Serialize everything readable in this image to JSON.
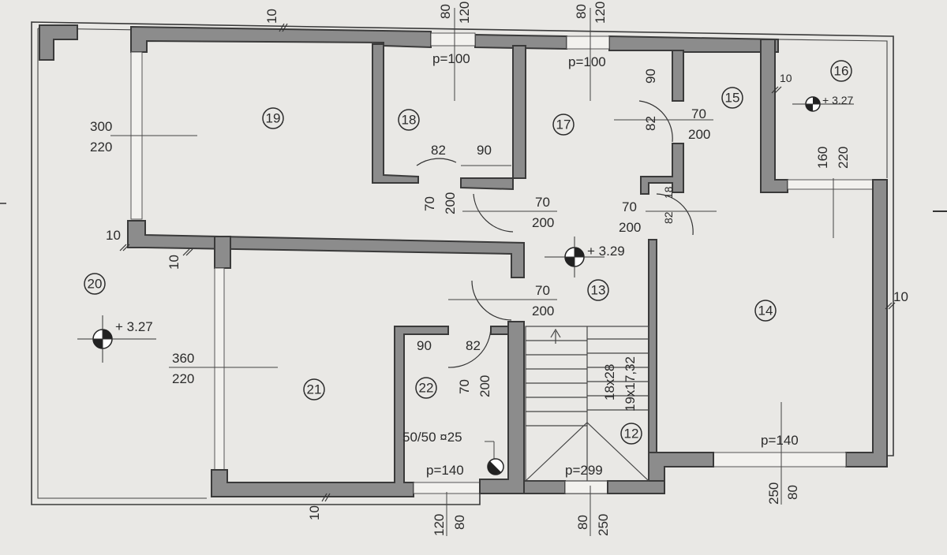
{
  "rooms": {
    "r12": "12",
    "r13": "13",
    "r14": "14",
    "r15": "15",
    "r16": "16",
    "r17": "17",
    "r18": "18",
    "r19": "19",
    "r20": "20",
    "r21": "21",
    "r22": "22"
  },
  "levels": {
    "room20": "+ 3.27",
    "room13": "+ 3.29",
    "room16": "+ 3.27"
  },
  "dimensions": {
    "top_10": "10",
    "top_win1_h": "80",
    "top_win1_w": "120",
    "top_win2_h": "80",
    "top_win2_w": "120",
    "p100_a": "p=100",
    "p100_b": "p=100",
    "r17_90": "90",
    "r17_82": "82",
    "r17_70": "70",
    "r17_200": "200",
    "r16_10": "10",
    "r16_160": "160",
    "r16_220": "220",
    "r19_300": "300",
    "r19_220": "220",
    "r18_82": "82",
    "r18_90": "90",
    "hall_70a": "70",
    "hall_200a": "200",
    "hall_70b": "70",
    "hall_200b": "200",
    "hall_70c": "70",
    "hall_200c": "200",
    "hall_70d": "70",
    "hall_200d": "200",
    "hall_18": "18",
    "hall_82": "82",
    "left_10": "10",
    "mid_10": "10",
    "r20_360": "360",
    "r20_220": "220",
    "r22_90": "90",
    "r22_82": "82",
    "r22_70": "70",
    "r22_200": "200",
    "stair_18x28": "18x28",
    "stair_19x1732": "19x17,32",
    "chimney": "50/50 ¤25",
    "p140_a": "p=140",
    "p299": "p=299",
    "p140_b": "p=140",
    "right_10": "10",
    "bot_10": "10",
    "bot_120": "120",
    "bot_80a": "80",
    "bot_80b": "80",
    "bot_250a": "250",
    "bot_250b": "250",
    "bot_80c": "80"
  }
}
